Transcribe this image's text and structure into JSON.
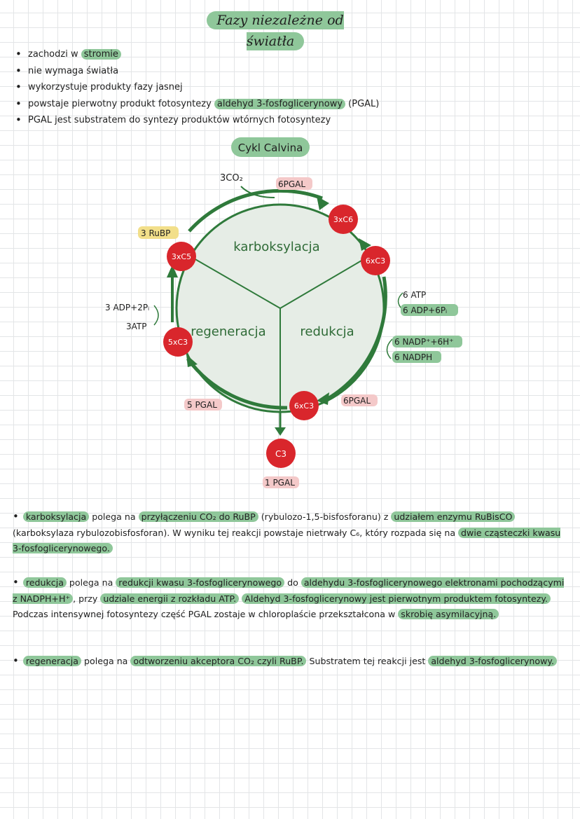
{
  "title": "Fazy niezależne od światła",
  "bullets": [
    {
      "text": "zachodzi w ",
      "hl": "stromie",
      "after": ""
    },
    {
      "text": "nie wymaga światła",
      "hl": "",
      "after": ""
    },
    {
      "text": "wykorzystuje produkty fazy jasnej",
      "hl": "",
      "after": ""
    },
    {
      "text": "powstaje pierwotny produkt fotosyntezy ",
      "hl": "aldehyd 3-fosfoglicerynowy",
      "after": " (PGAL)"
    },
    {
      "text": "PGAL jest substratem do syntezy produktów wtórnych fotosyntezy",
      "hl": "",
      "after": ""
    }
  ],
  "diagram": {
    "title": "Cykl Calvina",
    "sectors": {
      "top": "karboksylacja",
      "left": "regeneracja",
      "right": "redukcja"
    },
    "nodes": {
      "n1": "3xC6",
      "n2": "6xC3",
      "n3": "6xC3",
      "n4": "5xC3",
      "n5": "3xC5",
      "n6": "C3"
    },
    "labels": {
      "co2": "3CO₂",
      "pgal_top": "6PGAL",
      "rubp": "3 RuBP",
      "atp": "6 ATP",
      "adp": "6 ADP+6Pᵢ",
      "nadp": "6 NADP⁺+6H⁺",
      "nadph": "6 NADPH",
      "pgal_bottom": "6PGAL",
      "pgal_left": "5 PGAL",
      "pgal_out": "1 PGAL",
      "adp_left": "3 ADP+2Pᵢ",
      "atp_left": "3ATP"
    }
  },
  "colors": {
    "highlight_green": "#8fc79a",
    "highlight_pink": "#f4c9c9",
    "node_red": "#d9262c",
    "arrow_green": "#2f7a3b",
    "circle_fill": "#e6ede6"
  },
  "paragraphs": {
    "p1": {
      "a_hl": "karboksylacja",
      "b": " polega na ",
      "c_hl": "przyłączeniu CO₂ do RuBP",
      "d": " (rybulozo-1,5-bisfosforanu) z ",
      "e_hl": "udziałem enzymu RuBisCO",
      "f": " (karboksylaza rybulozobisfosforan). W wyniku tej reakcji powstaje nietrwały C₆, który rozpada się na ",
      "g_hl": "dwie cząsteczki kwasu 3-fosfoglicerynowego."
    },
    "p2": {
      "a_hl": "redukcja",
      "b": " polega na ",
      "c_hl": "redukcji kwasu 3-fosfoglicerynowego",
      "d": " do ",
      "e_hl": "aldehydu 3-fosfoglicerynowego elektronami pochodzącymi z NADPH+H⁺",
      "f": ", przy ",
      "g_hl": "udziale energii z rozkładu ATP.",
      "h": " ",
      "i_hl": "Aldehyd 3-fosfoglicerynowy jest pierwotnym produktem fotosyntezy.",
      "j": " Podczas intensywnej fotosyntezy część PGAL zostaje w chloroplaście przekształcona w ",
      "k_hl": "skrobię asymilacyjną."
    },
    "p3": {
      "a_hl": "regeneracja",
      "b": " polega na ",
      "c_hl": "odtworzeniu akceptora CO₂ czyli RuBP.",
      "d": " Substratem tej reakcji jest ",
      "e_hl": "aldehyd 3-fosfoglicerynowy."
    }
  }
}
